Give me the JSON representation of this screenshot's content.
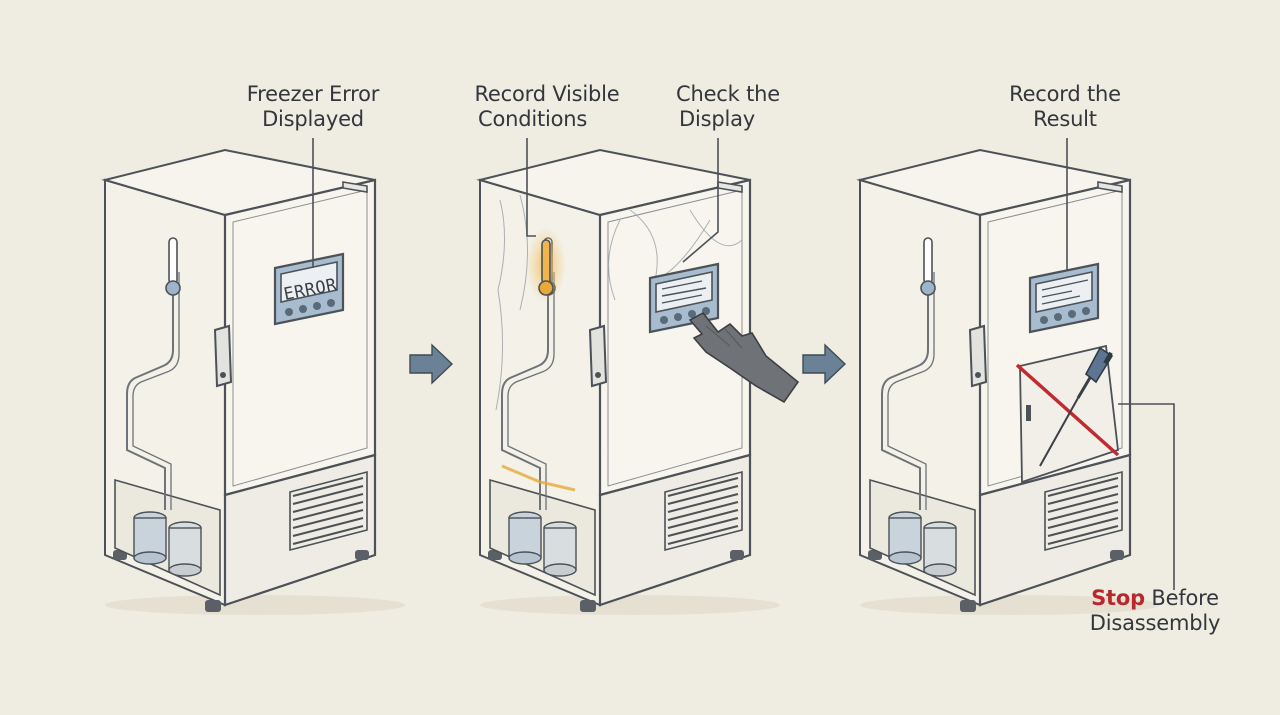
{
  "steps": [
    {
      "label_line1": "Freezer Error",
      "label_line2": "Displayed",
      "display_text": "ERROR"
    },
    {
      "label_line1": "Record Visible",
      "label_line2": "Conditions"
    },
    {
      "label_line1": "Check the",
      "label_line2": "Display"
    },
    {
      "label_line1": "Record the",
      "label_line2": "Result"
    }
  ],
  "warning": {
    "emphasis": "Stop",
    "line1_rest": " Before",
    "line2": "Disassembly"
  },
  "icons": [
    "thermometer-icon",
    "error-display",
    "gloved-hand-icon",
    "screwdriver-icon",
    "prohibited-cross-icon",
    "step-arrow-icon"
  ],
  "colors": {
    "background": "#efece1",
    "outline": "#4c5258",
    "panel_blue": "#9fb4c8",
    "highlight_amber": "#e8a93a",
    "warning_red": "#b9262c"
  }
}
